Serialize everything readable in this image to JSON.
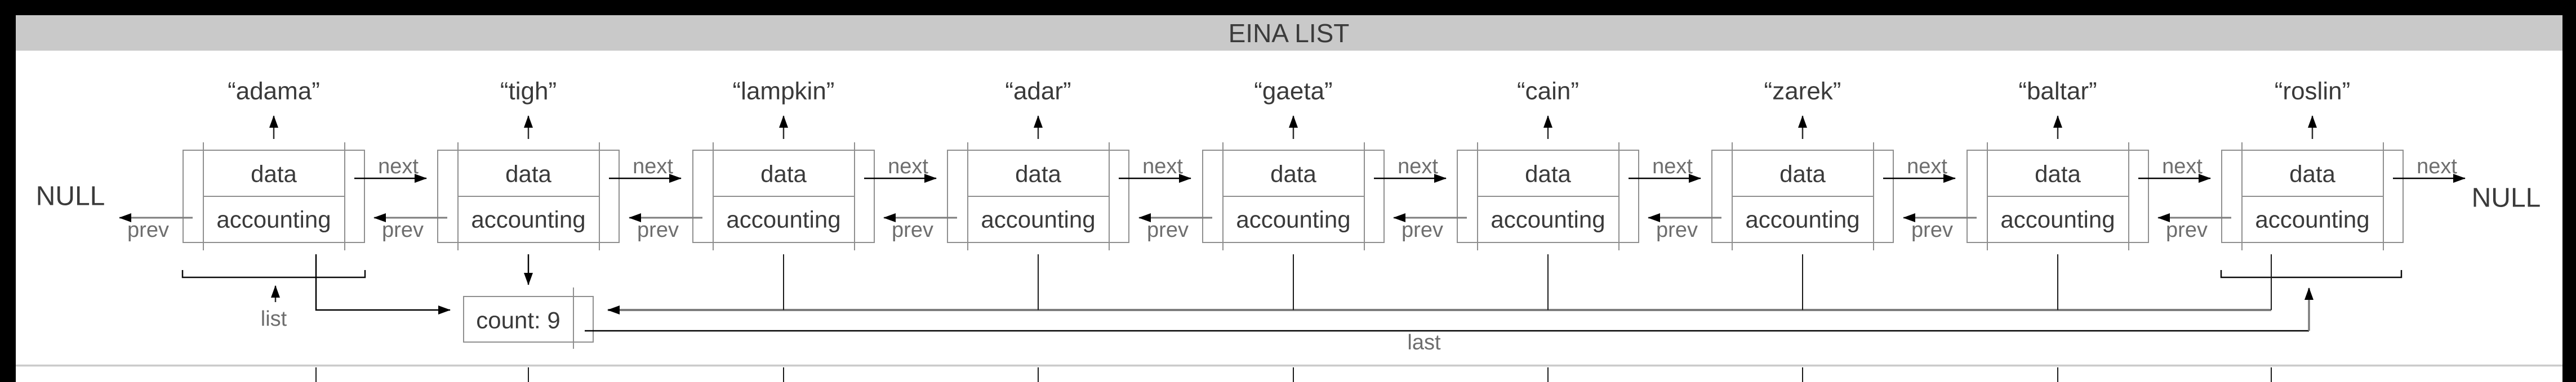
{
  "title_bar": {
    "title": "EINA LIST"
  },
  "endpoints": {
    "null_left": "NULL",
    "null_right": "NULL"
  },
  "node_cells": {
    "data": "data",
    "accounting": "accounting"
  },
  "pointer_labels": {
    "next": "next",
    "prev": "prev",
    "list": "list",
    "last": "last"
  },
  "accounting_box": {
    "count": "count: 9"
  },
  "nodes": [
    {
      "label": "“adama”"
    },
    {
      "label": "“tigh”"
    },
    {
      "label": "“lampkin”"
    },
    {
      "label": "“adar”"
    },
    {
      "label": "“gaeta”"
    },
    {
      "label": "“cain”"
    },
    {
      "label": "“zarek”"
    },
    {
      "label": "“baltar”"
    },
    {
      "label": "“roslin”"
    }
  ],
  "colors": {
    "frame": "#000000",
    "title_bar_bg": "#c9c9c9",
    "box_stroke": "#8f8f8f",
    "text_dark": "#3a3a3a",
    "text_gray": "#6e6e6e",
    "line_gray": "#7d7d7d",
    "line_black": "#000000",
    "separator": "#cbcbcb",
    "background": "#ffffff"
  }
}
